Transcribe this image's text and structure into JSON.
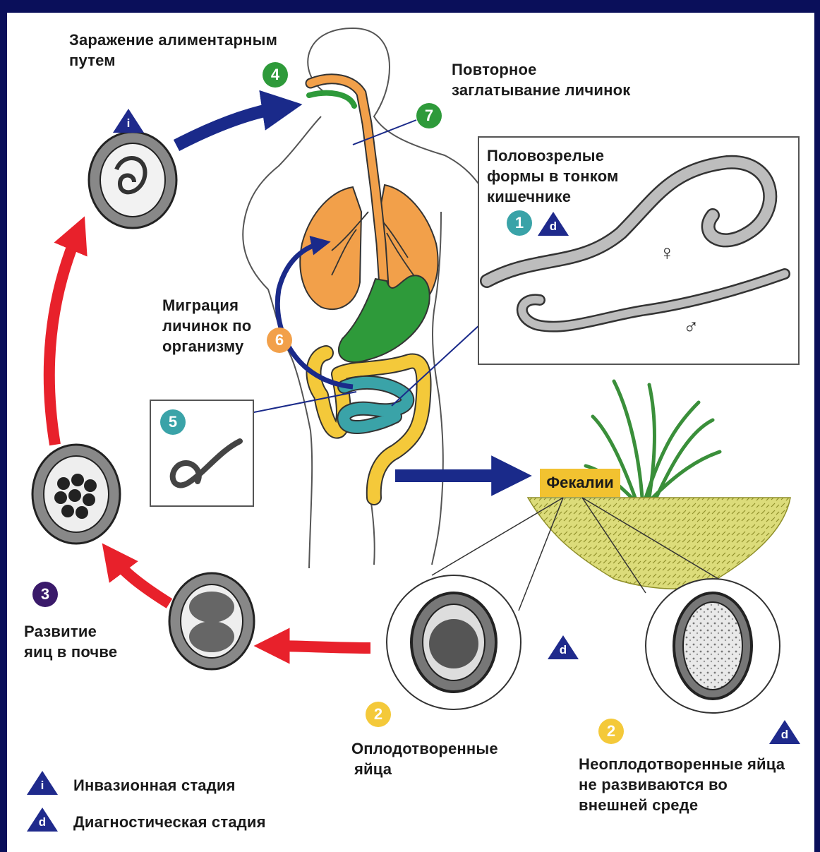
{
  "labels": {
    "infection": [
      "Заражение алиментарным",
      "путем"
    ],
    "reswallow": [
      "Повторное",
      "заглатывание личинок"
    ],
    "adults": [
      "Половозрелые",
      "формы в тонком",
      "кишечнике"
    ],
    "migration": [
      "Миграция",
      "личинок по",
      "организму"
    ],
    "feces": "Фекалии",
    "soil_dev": [
      "Развитие",
      "яиц в почве"
    ],
    "fertilized": [
      "Оплодотворенные",
      "яйца"
    ],
    "unfertilized": [
      "Неоплодотворенные яйца",
      "не развиваются во",
      "внешней среде"
    ]
  },
  "numbers": {
    "n1": "1",
    "n2a": "2",
    "n2b": "2",
    "n3": "3",
    "n4": "4",
    "n5": "5",
    "n6": "6",
    "n7": "7"
  },
  "badges": {
    "invasive": "i",
    "diagnostic": "d"
  },
  "legend": [
    {
      "symbol": "i",
      "text": "Инвазионная стадия"
    },
    {
      "symbol": "d",
      "text": "Диагностическая стадия"
    }
  ],
  "symbols": {
    "female": "♀",
    "male": "♂"
  },
  "colors": {
    "background": "#0a0f5a",
    "red_arrow": "#e8212b",
    "blue_arrow": "#1a2a8a",
    "lungs": "#f2a04a",
    "esophagus": "#f2a04a",
    "stomach": "#2e9a3a",
    "small_intestine": "#3aa3a8",
    "large_intestine": "#f4c93a",
    "grass": "#4caf50",
    "soil": "#d8d873",
    "num_green": "#2e9a3a",
    "num_orange": "#f2a04a",
    "num_teal": "#3aa3a8",
    "num_yellow": "#f4c93a",
    "num_purple": "#3a1a6a",
    "badge": "#1f2a8c"
  }
}
